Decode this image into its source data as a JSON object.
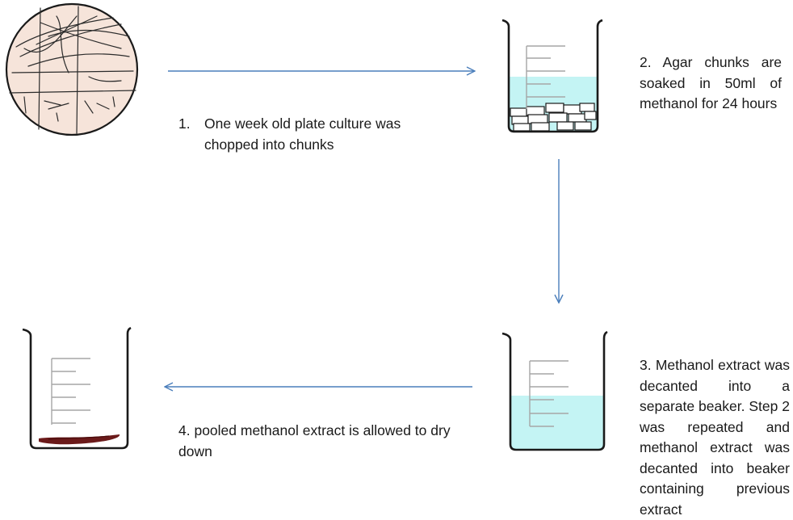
{
  "steps": [
    {
      "number": "1.",
      "text": "One week old plate culture was chopped into chunks"
    },
    {
      "text": "2. Agar chunks are soaked in 50ml of methanol for 24 hours"
    },
    {
      "text": "3. Methanol extract was decanted into a separate beaker. Step 2 was repeated and methanol extract was decanted into beaker containing previous extract"
    },
    {
      "text": "4. pooled methanol extract is allowed to dry down"
    }
  ],
  "colors": {
    "arrow": "#4a7ebb",
    "plate_fill": "#f6e4da",
    "methanol": "#c4f4f4",
    "residue": "#6b1a1a",
    "outline": "#1a1a1a",
    "graduation": "#a6a6a6"
  }
}
